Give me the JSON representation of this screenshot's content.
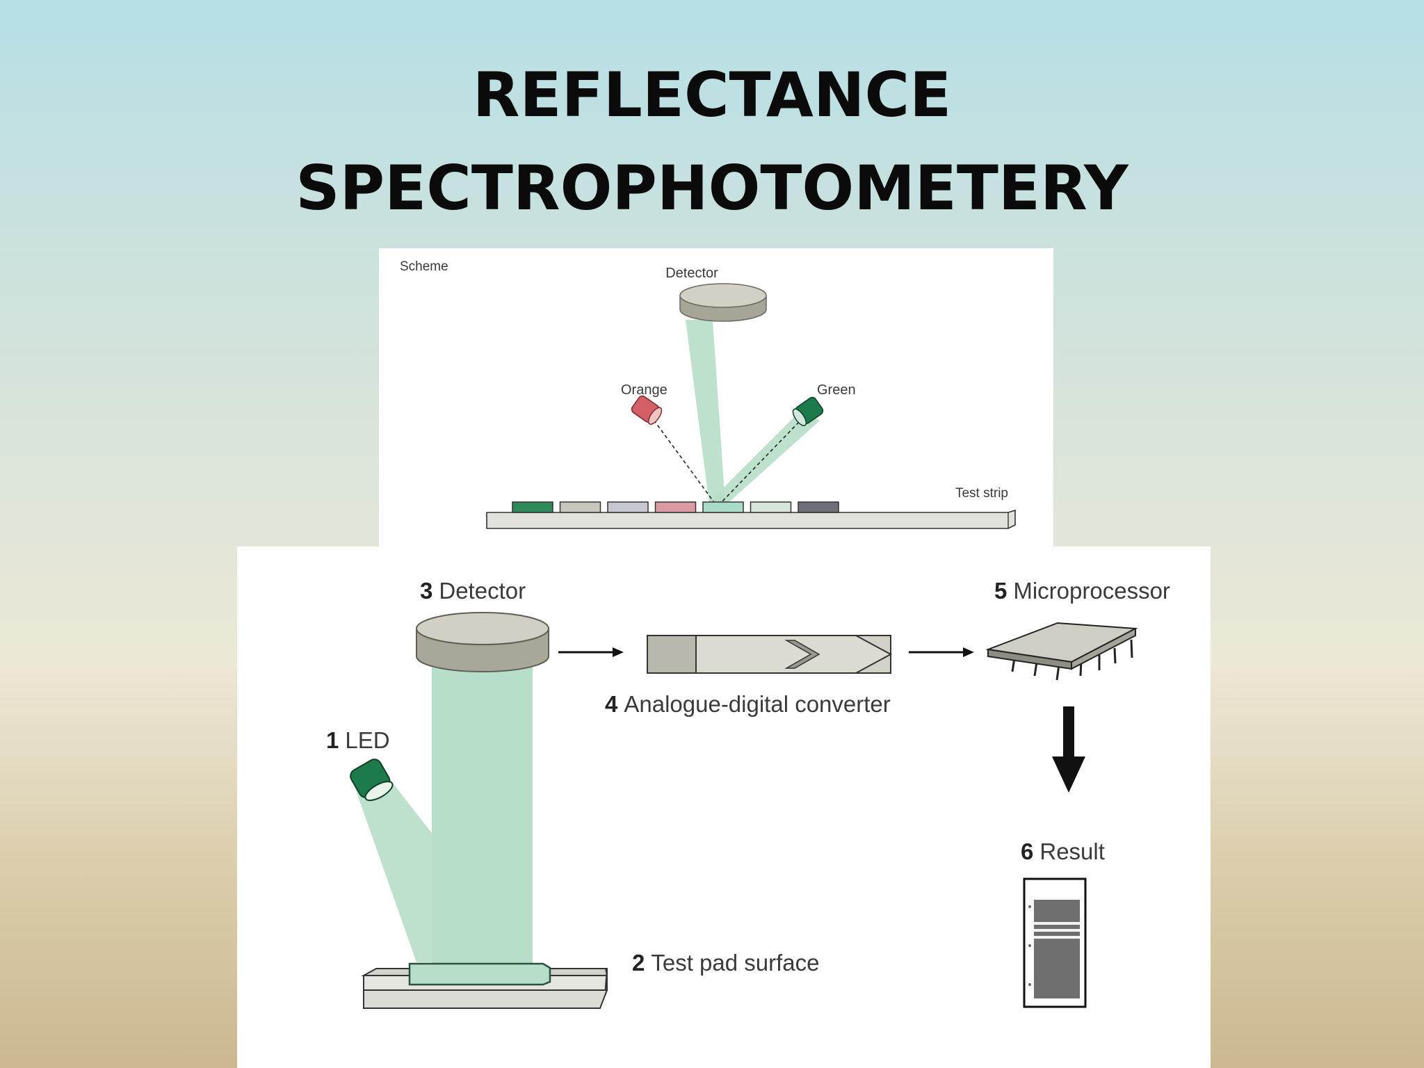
{
  "slide": {
    "title_line1": "REFLECTANCE",
    "title_line2": "SPECTROPHOTOMETERY"
  },
  "scheme": {
    "label": "Scheme",
    "detector": "Detector",
    "orange": "Orange",
    "green": "Green",
    "test_strip": "Test strip",
    "pad_colors": [
      "#2e8a5a",
      "#c9c6be",
      "#c7c7cf",
      "#d99aa2",
      "#a8dcc6",
      "#d6e6da",
      "#6f6f7c"
    ]
  },
  "process": {
    "detector": {
      "num": "3",
      "label": "Detector"
    },
    "converter": {
      "num": "4",
      "label": "Analogue-digital converter"
    },
    "microprocessor": {
      "num": "5",
      "label": "Microprocessor"
    },
    "led": {
      "num": "1",
      "label": "LED"
    },
    "test_pad": {
      "num": "2",
      "label": "Test pad surface"
    },
    "result": {
      "num": "6",
      "label": "Result"
    }
  },
  "colors": {
    "beam": "#b7dec8",
    "device_gray": "#c3c2b6",
    "device_dark": "#8c8b80",
    "led_green": "#1d7a4c",
    "led_orange": "#d35f66"
  }
}
